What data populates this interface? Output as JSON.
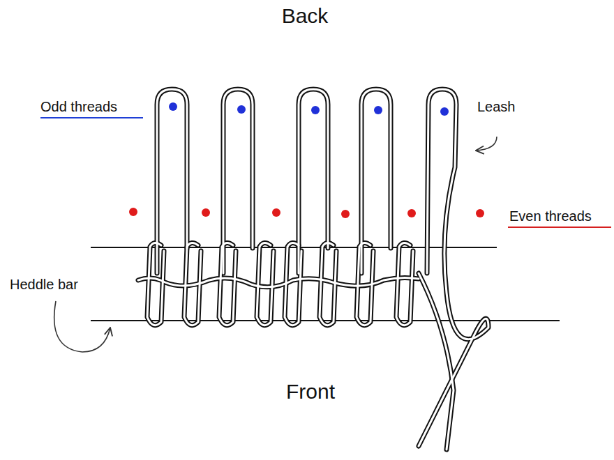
{
  "diagram": {
    "labels": [
      "Back",
      "Odd threads",
      "Leash",
      "Even threads",
      "Heddle bar",
      "Front"
    ]
  }
}
